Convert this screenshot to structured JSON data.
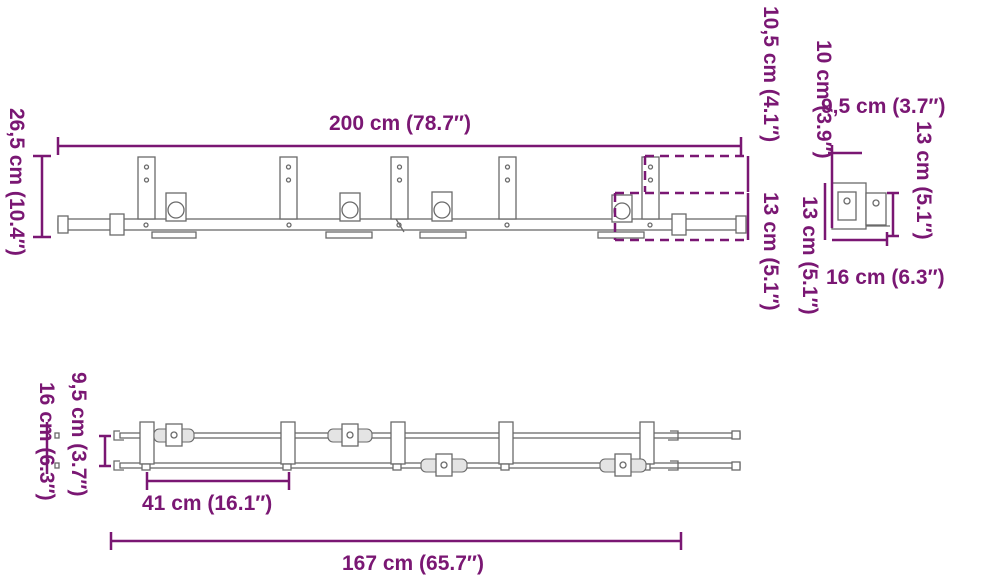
{
  "colors": {
    "dimension": "#7a1773",
    "hardware": "#6a6a6a"
  },
  "front_view": {
    "rail_length": "200 cm (78.7″)",
    "total_height": "26,5 cm (10.4″)",
    "rail_offset": "10,5 cm (4.1″)",
    "hanger_height": "13 cm (5.1″)"
  },
  "detail_view": {
    "height_top": "10 cm (3.9″)",
    "width_top": "9,5 cm (3.7″)",
    "height_right": "13 cm (5.1″)",
    "height_left": "13 cm (5.1″)",
    "width_bottom": "16 cm (6.3″)"
  },
  "top_view": {
    "outer_width": "16 cm (6.3″)",
    "inner_width": "9,5 cm (3.7″)",
    "hanger_spacing": "41 cm (16.1″)",
    "span_length": "167 cm (65.7″)"
  }
}
